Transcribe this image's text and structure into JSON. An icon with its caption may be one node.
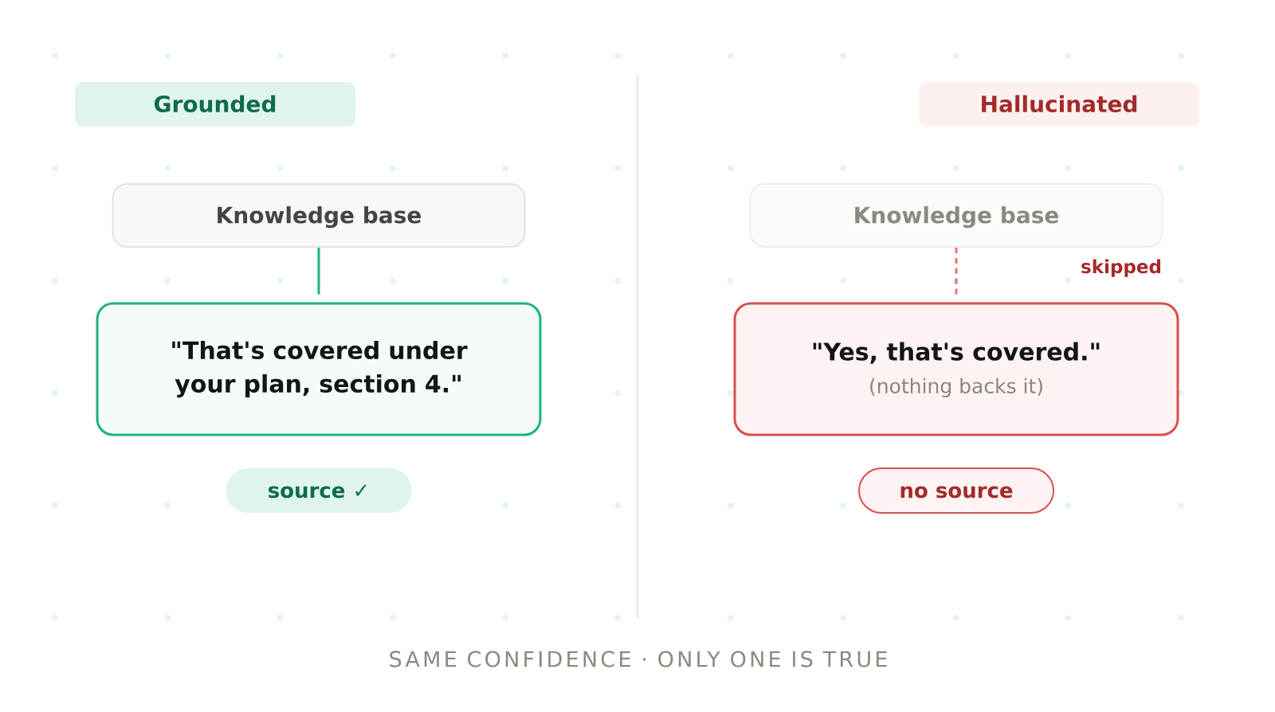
{
  "diagram": {
    "caption": "SAME CONFIDENCE · ONLY ONE IS TRUE",
    "nodes": [
      {
        "text": [
          "Grounded"
        ]
      },
      {
        "text": [
          "Knowledge base"
        ]
      },
      {
        "text": [
          "\"That's covered under your plan, section 4.\""
        ]
      },
      {
        "text": [
          "source ✓"
        ]
      },
      {
        "text": [
          "Hallucinated"
        ]
      },
      {
        "text": [
          "Knowledge base"
        ]
      },
      {
        "text": [
          "\"Yes, that's covered.\"",
          "(nothing backs it)"
        ]
      },
      {
        "text": [
          "no source"
        ]
      }
    ],
    "edges": [
      {
        "from": 1,
        "to": 2,
        "arrow": "none",
        "color": "#1db37e"
      },
      {
        "from": 5,
        "to": 6,
        "arrow": "none",
        "style": "dashed",
        "color": "#e57373"
      }
    ],
    "labels": [
      "skipped"
    ]
  }
}
